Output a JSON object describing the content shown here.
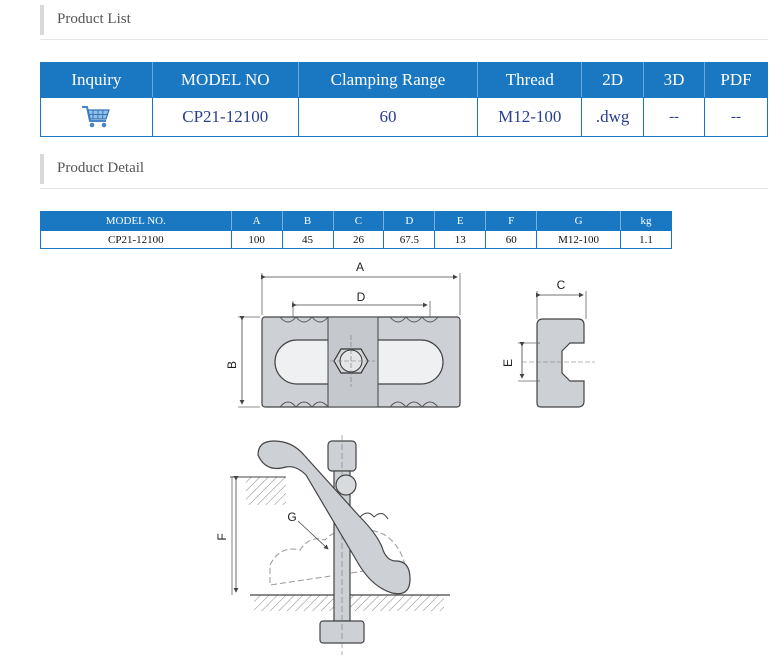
{
  "sections": {
    "product_list": "Product List",
    "product_detail": "Product Detail"
  },
  "product_list": {
    "headers": [
      "Inquiry",
      "MODEL NO",
      "Clamping Range",
      "Thread",
      "2D",
      "3D",
      "PDF"
    ],
    "row": {
      "inquiry_icon": "shopping-cart-icon",
      "model_no": "CP21-12100",
      "clamping_range": "60",
      "thread": "M12-100",
      "two_d": ".dwg",
      "three_d": "--",
      "pdf": "--"
    }
  },
  "product_detail": {
    "headers": [
      "MODEL NO.",
      "A",
      "B",
      "C",
      "D",
      "E",
      "F",
      "G",
      "kg"
    ],
    "row": [
      "CP21-12100",
      "100",
      "45",
      "26",
      "67.5",
      "13",
      "60",
      "M12-100",
      "1.1"
    ]
  },
  "drawing": {
    "labels": {
      "a": "A",
      "b": "B",
      "c": "C",
      "d": "D",
      "e": "E",
      "f": "F",
      "g": "G"
    }
  },
  "colors": {
    "header_blue": "#1a78c2",
    "link_text": "#2a3f8f"
  }
}
